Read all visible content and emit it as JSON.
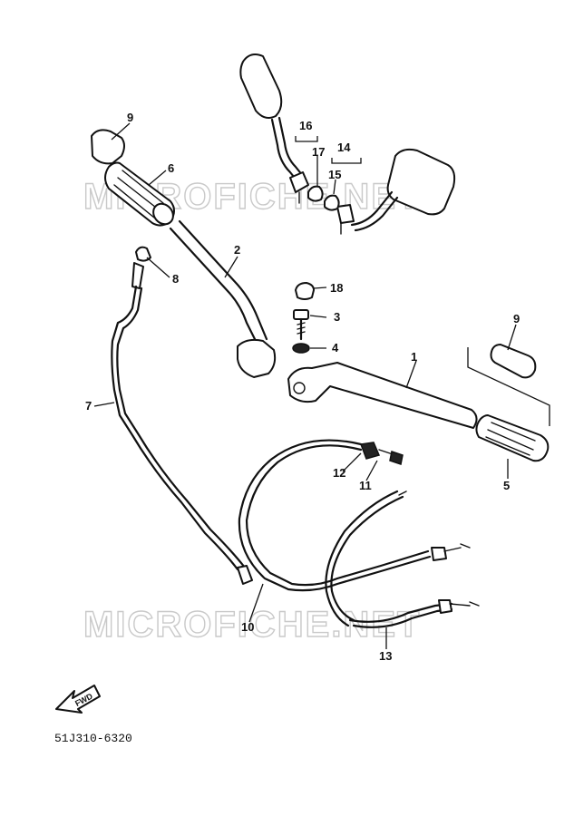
{
  "watermark": "MICROFICHE.NET",
  "diagram_code": "51J310-6320",
  "front_arrow_label": "FWD",
  "callouts": {
    "c1": "1",
    "c2": "2",
    "c3": "3",
    "c4": "4",
    "c5": "5",
    "c6": "6",
    "c7": "7",
    "c8": "8",
    "c9_left": "9",
    "c9_right": "9",
    "c10": "10",
    "c11": "11",
    "c12": "12",
    "c13": "13",
    "c14": "14",
    "c15": "15",
    "c16": "16",
    "c17": "17",
    "c18": "18"
  }
}
